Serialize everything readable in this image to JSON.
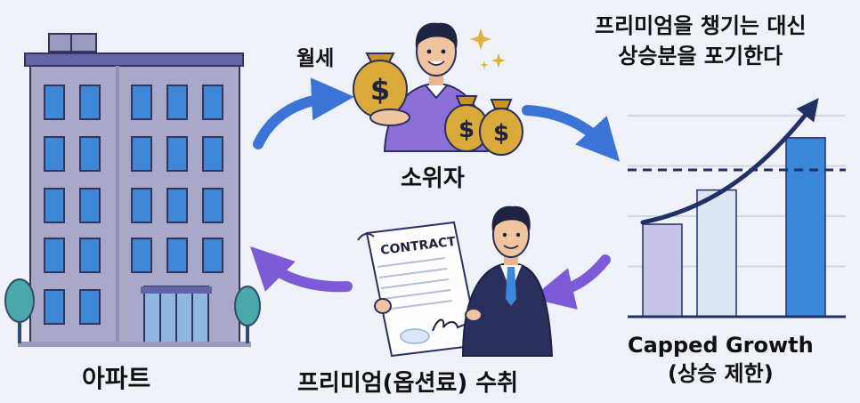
{
  "labels": {
    "apartment": "아파트",
    "rent": "월세",
    "owner": "소위자",
    "premium": "프리미엄(옵션료) 수취",
    "tradeoff_line1": "프리미엄을 챙기는 대신",
    "tradeoff_line2": "상승분을 포기한다",
    "capped_line1": "Capped Growth",
    "capped_line2": "(상승 제한)",
    "contract": "CONTRACT",
    "dollar": "$"
  },
  "colors": {
    "background": "#eef2f8",
    "building": "#a9a8c9",
    "window": "#3f88d8",
    "arrow_blue": "#3b73d6",
    "arrow_purple": "#7d5bd6",
    "bag": "#d9a93a",
    "shirt_purple": "#8d6fd8",
    "suit_navy": "#2a2f5e",
    "bar_light": "#c8c3e6",
    "bar_blue": "#3a86d8",
    "dashed_line": "#223068"
  },
  "chart_data": {
    "type": "bar",
    "categories": [
      "",
      "",
      ""
    ],
    "values": [
      0.46,
      0.63,
      0.89
    ],
    "cap_level": 0.73,
    "title": "Capped Growth",
    "subtitle": "(상승 제한)",
    "xlabel": "",
    "ylabel": "",
    "ylim": [
      0,
      1
    ],
    "grid": true
  }
}
